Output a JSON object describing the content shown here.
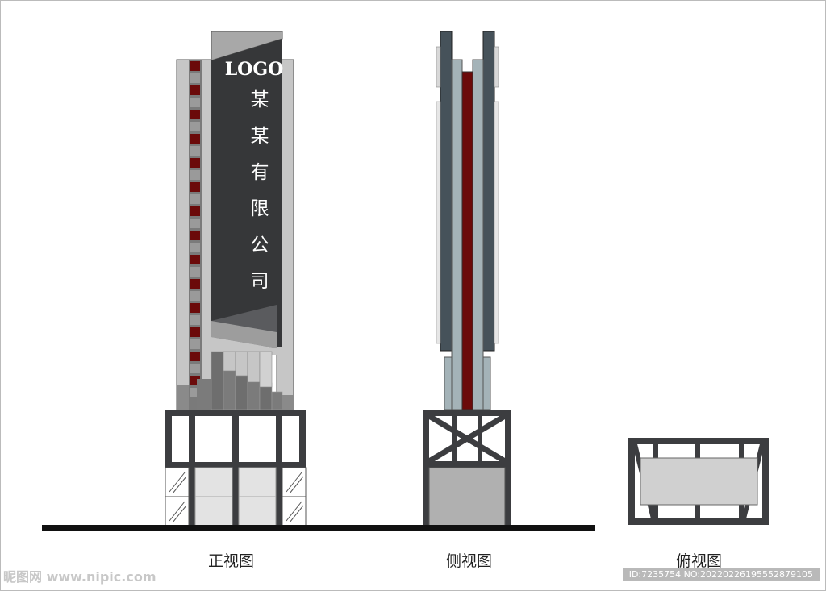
{
  "sign": {
    "logo_text": "LOGO",
    "company_chars": [
      "某",
      "某",
      "有",
      "限",
      "公",
      "司"
    ]
  },
  "views": {
    "front_label": "正视图",
    "side_label": "侧视图",
    "top_label": "俯视图"
  },
  "watermark": {
    "site": "昵图网 www.nipic.com",
    "id_text": "ID:7235754 NO:20220226195552879105"
  },
  "colors": {
    "dark_panel": "#363739",
    "light_gray": "#c6c6c6",
    "mid_gray": "#9d9d9d",
    "accent_red": "#6b0a0a",
    "frame": "#3c3d40",
    "side_column": "#46525a",
    "side_glass": "#a4b3b8",
    "ground": "#111111"
  }
}
